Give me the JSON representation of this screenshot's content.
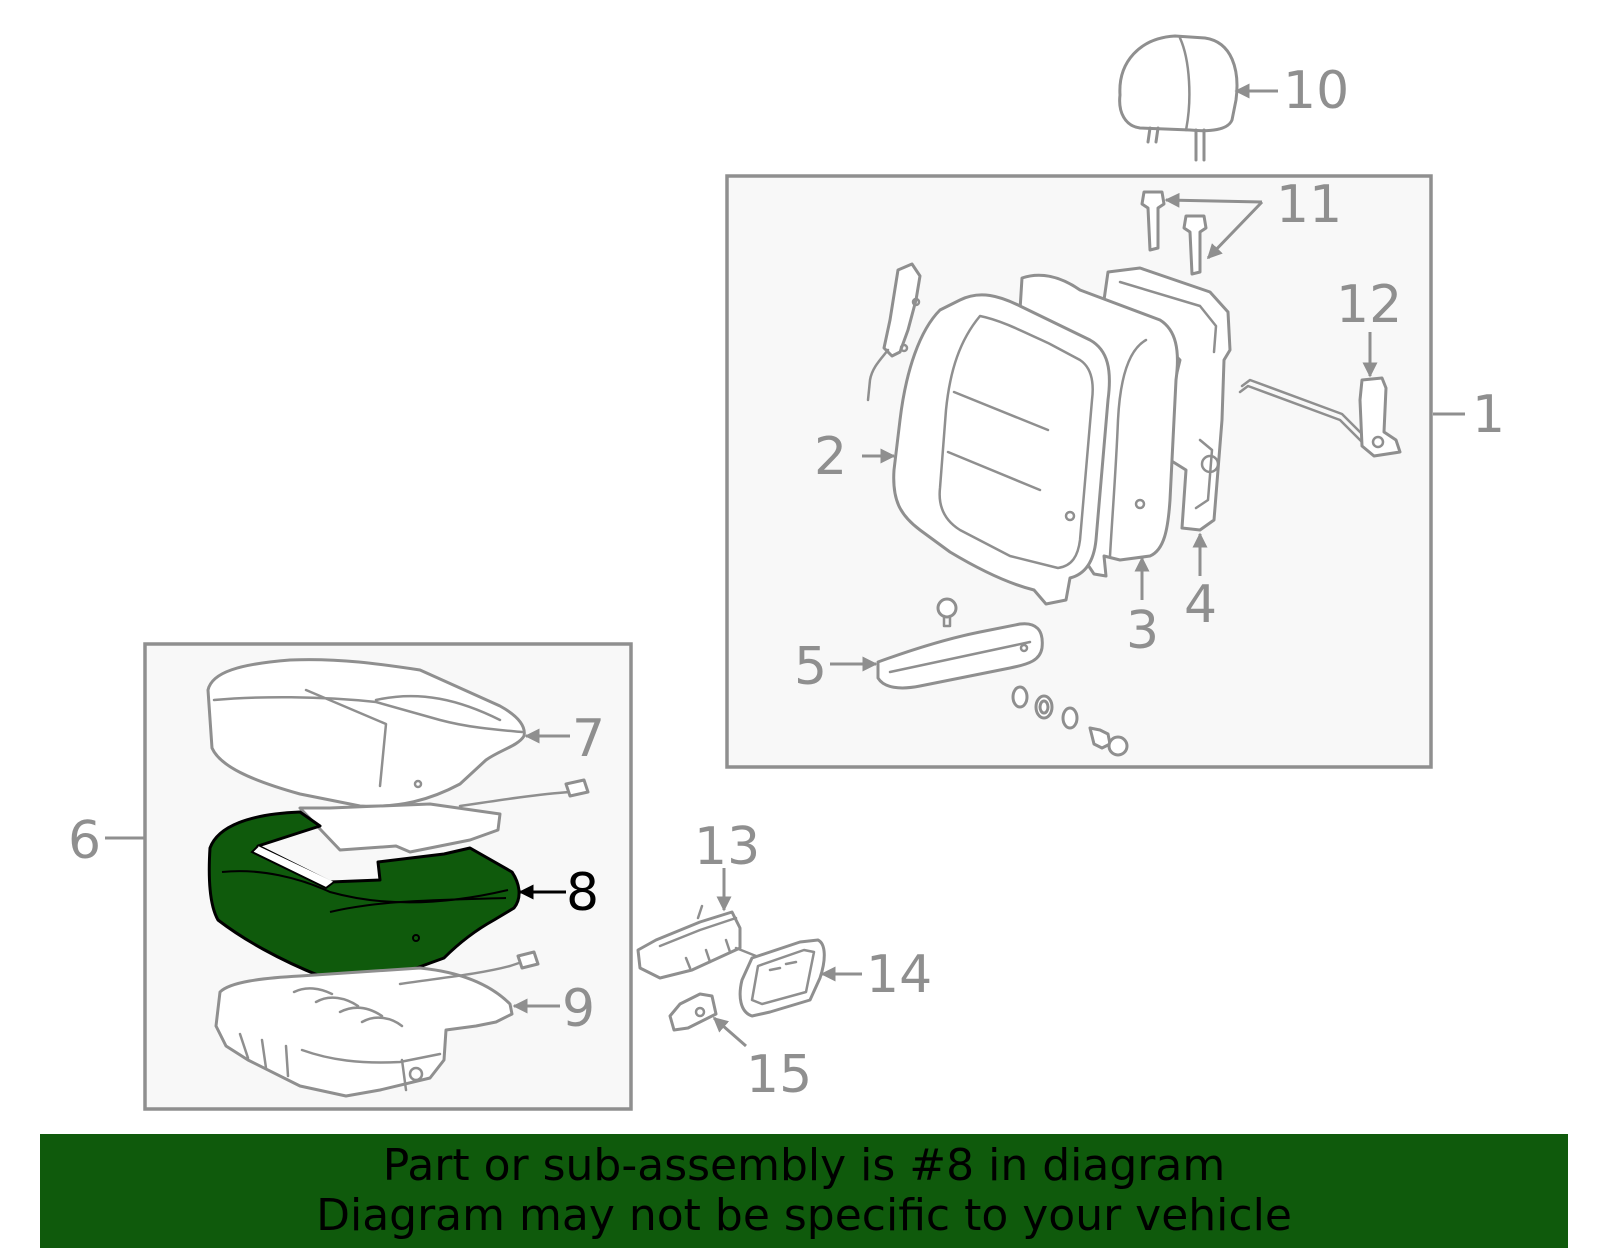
{
  "colors": {
    "highlight": "#0f5a0c",
    "outline": "#8f8f8f",
    "box_fill": "#f8f8f8",
    "banner_bg": "#0f5a0c",
    "banner_text": "#000000"
  },
  "callouts": {
    "c1": "1",
    "c2": "2",
    "c3": "3",
    "c4": "4",
    "c5": "5",
    "c6": "6",
    "c7": "7",
    "c8": "8",
    "c9": "9",
    "c10": "10",
    "c11": "11",
    "c12": "12",
    "c13": "13",
    "c14": "14",
    "c15": "15"
  },
  "highlighted_part": "8",
  "banner": {
    "line1": "Part or sub-assembly is #8 in diagram",
    "line2": "Diagram may not be specific to your vehicle"
  }
}
